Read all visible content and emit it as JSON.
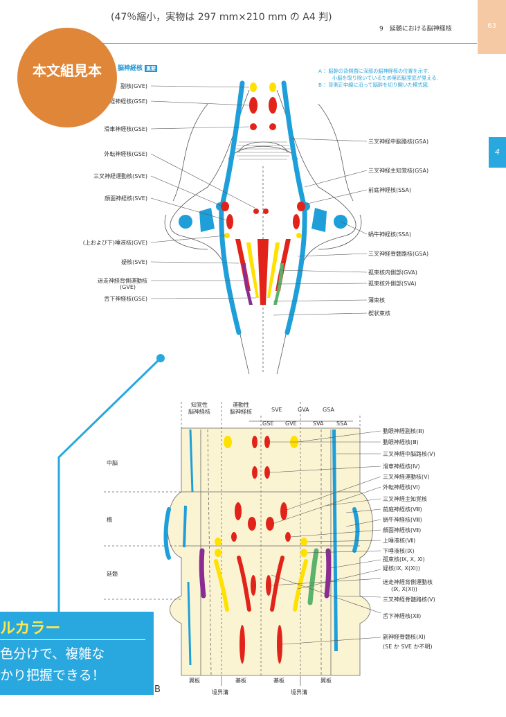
{
  "header": {
    "caption": "(47％縮小，実物は 297 mm×210 mm の A4 判)",
    "chapter": "9　延髄における脳神経核",
    "page_number": "63",
    "chapter_tab": "4"
  },
  "badge": {
    "text": "本文組見本"
  },
  "section": {
    "title": "脳神経核",
    "tag": "重要"
  },
  "legend": {
    "a_line1": "A ：脳幹の背側面に深部の脳神経核の位置を示す.",
    "a_line2": "小脳を取り除いているため第四脳室底が見える.",
    "b_line1": "B ：背側正中線に沿って脳幹を切り開いた模式図."
  },
  "figure_a": {
    "left_labels": [
      "副核(GVE)",
      "経神経核(GSE)",
      "滑車神経核(GSE)",
      "外転神経核(GSE)",
      "三叉神経運動核(SVE)",
      "顔面神経核(SVE)",
      "(上および下)唾液核(GVE)",
      "疑核(SVE)",
      "迷走神経背側運動核",
      "(GVE)",
      "舌下神経核(GSE)"
    ],
    "right_labels": [
      "三叉神経中脳路核(GSA)",
      "三叉神経主知覚核(GSA)",
      "前庭神経核(SSA)",
      "蝸牛神経核(SSA)",
      "三叉神経脊髄路核(GSA)",
      "孤束核内側部(GVA)",
      "孤束核外側部(SVA)",
      "薄束核",
      "楔状束核"
    ]
  },
  "figure_b": {
    "col_headers": [
      "知覚性\n脳神経核",
      "運動性\n脳神経核"
    ],
    "top_codes": [
      "SVE",
      "GVA",
      "GSA"
    ],
    "sub_codes": [
      "GSE",
      "GVE",
      "SVA",
      "SSA"
    ],
    "regions": [
      "中脳",
      "橋",
      "延髄"
    ],
    "right_labels": [
      "動眼神経副核(Ⅲ)",
      "動眼神経核(Ⅲ)",
      "三叉神経中脳路核(Ⅴ)",
      "滑車神経核(Ⅳ)",
      "三叉神経運動核(Ⅴ)",
      "外転神経核(Ⅵ)",
      "三叉神経主知覚核",
      "前庭神経核(Ⅷ)",
      "蝸牛神経核(Ⅷ)",
      "顔面神経核(Ⅶ)",
      "上唾液核(Ⅶ)",
      "下唾液核(Ⅸ)",
      "孤束核(Ⅸ, Ⅹ, Ⅺ)",
      "疑核(Ⅸ, Ⅹ(Ⅺ))",
      "迷走神経背側運動核",
      "(Ⅸ, Ⅹ(Ⅺ))",
      "三叉神経脊髄路核(Ⅴ)",
      "舌下神経核(Ⅻ)",
      "副神経脊髄核(Ⅺ)",
      "(SE か SVE か不明)"
    ],
    "bottom_labels": [
      "翼板",
      "基板",
      "基板",
      "翼板"
    ],
    "sulcus_labels": [
      "境界溝",
      "境界溝"
    ]
  },
  "callout": {
    "title": "ルカラー",
    "line1": "色分けで、複雑な",
    "line2": "かり把握できる！"
  },
  "b_tag": "B",
  "colors": {
    "accent": "#29a7df",
    "badge": "#e08638",
    "red": "#e2231a",
    "yellow": "#ffe100",
    "green": "#5bb36a",
    "purple": "#8b2c95",
    "parchment": "#fbf4d3"
  }
}
